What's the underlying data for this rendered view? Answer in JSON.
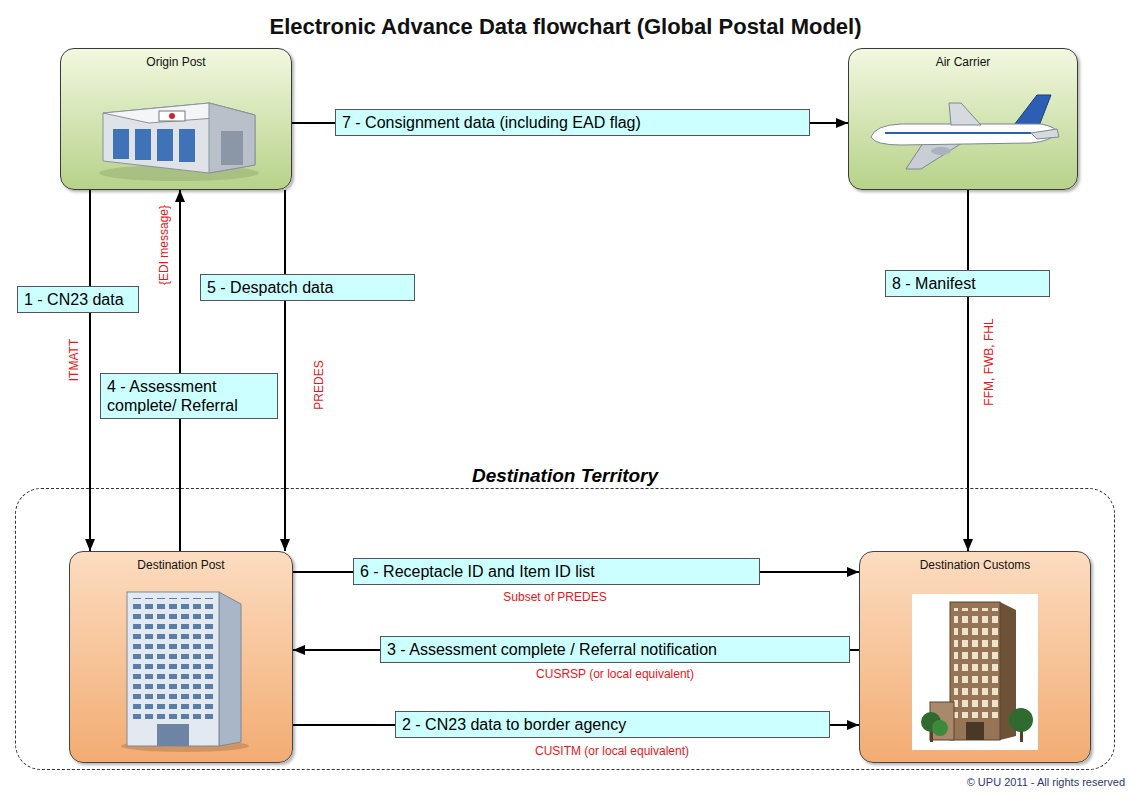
{
  "diagram": {
    "title": "Electronic Advance Data flowchart (Global Postal Model)",
    "nodes": [
      {
        "text": [
          "Origin Post"
        ]
      },
      {
        "text": [
          "Air Carrier"
        ]
      },
      {
        "text": [
          "Destination Territory"
        ]
      },
      {
        "text": [
          "Destination Post"
        ],
        "in": 2
      },
      {
        "text": [
          "Destination Customs"
        ],
        "in": 2
      }
    ],
    "edges": [
      {
        "from": 0,
        "to": 3,
        "arrow": "to",
        "label": "1 - CN23 data"
      },
      {
        "from": 3,
        "to": 4,
        "arrow": "to",
        "label": "2 - CN23 data to border agency"
      },
      {
        "from": 4,
        "to": 3,
        "arrow": "to",
        "label": "3 - Assessment complete / Referral notification"
      },
      {
        "from": 3,
        "to": 0,
        "arrow": "to",
        "label": "4 - Assessment complete/ Referral"
      },
      {
        "from": 0,
        "to": 3,
        "arrow": "to",
        "label": "5 - Despatch data"
      },
      {
        "from": 3,
        "to": 4,
        "arrow": "to",
        "label": "6 - Receptacle ID and Item ID list"
      },
      {
        "from": 0,
        "to": 1,
        "arrow": "to",
        "label": "7 - Consignment data (including EAD flag)"
      },
      {
        "from": 1,
        "to": 4,
        "arrow": "to",
        "label": "8 - Manifest"
      }
    ],
    "labels": [
      "ITMATT",
      "{EDI message}",
      "PREDES",
      "FFM, FWB, FHL",
      "Subset of PREDES",
      "CUSRSP (or local equivalent)",
      "CUSITM (or local equivalent)",
      "© UPU 2011 - All rights reserved"
    ]
  }
}
